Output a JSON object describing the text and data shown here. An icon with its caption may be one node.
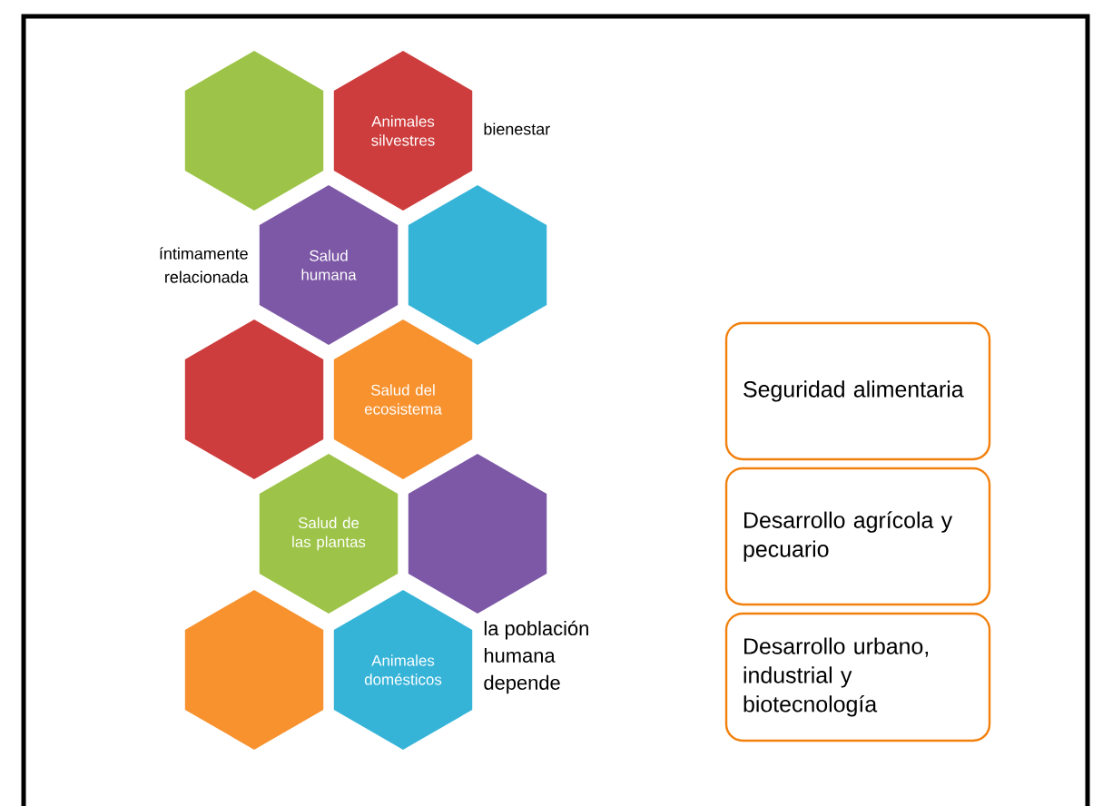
{
  "diagram": {
    "nodes": [
      {
        "text": [],
        "shape": "hexagon"
      },
      {
        "text": [
          "Animales silvestres"
        ],
        "beside": [
          "bienestar"
        ]
      },
      {
        "text": [
          "Salud humana"
        ],
        "beside": [
          "íntimamente relacionada"
        ]
      },
      {
        "text": [],
        "shape": "hexagon"
      },
      {
        "text": [],
        "shape": "hexagon"
      },
      {
        "text": [
          "Salud del ecosistema"
        ]
      },
      {
        "text": [
          "Salud de las plantas"
        ]
      },
      {
        "text": [],
        "shape": "hexagon"
      },
      {
        "text": [],
        "shape": "hexagon"
      },
      {
        "text": [
          "Animales domésticos"
        ],
        "beside": [
          "la población humana depende"
        ]
      },
      {
        "text": [
          "Seguridad alimentaria"
        ]
      },
      {
        "text": [
          "Desarrollo agrícola y pecuario"
        ]
      },
      {
        "text": [
          "Desarrollo urbano, industrial y biotecnología"
        ]
      }
    ]
  }
}
